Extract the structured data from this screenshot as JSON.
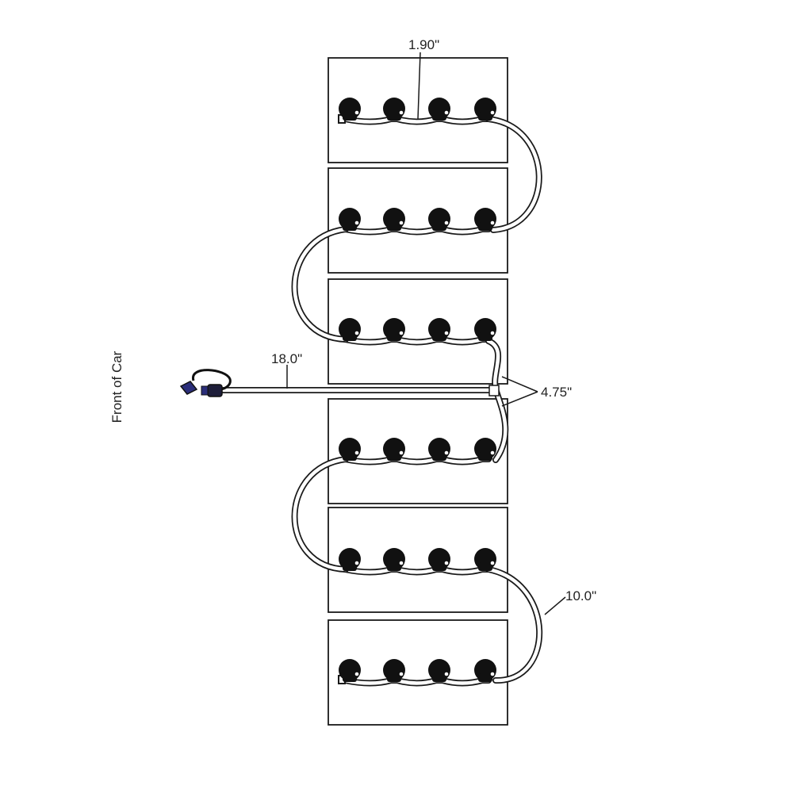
{
  "diagram": {
    "orientation_label": "Front of Car",
    "dimensions": {
      "cap_spacing": "1.90\"",
      "lead_length": "18.0\"",
      "tee_branch": "4.75\"",
      "jumper_length": "10.0\""
    },
    "battery_count": 6,
    "caps_per_battery": 4,
    "colors": {
      "line": "#1a1a1a",
      "cap": "#111111",
      "connector_blue": "#2b2e7a",
      "background": "#ffffff"
    }
  }
}
